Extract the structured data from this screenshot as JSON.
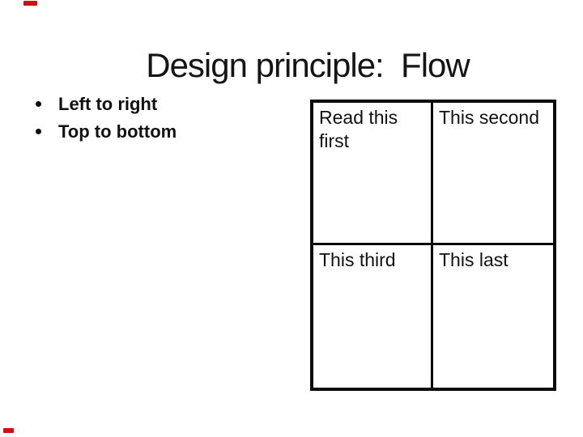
{
  "slide": {
    "title": "Design principle:  Flow",
    "bullet_char": "•",
    "bullets": [
      {
        "label": "Left to right"
      },
      {
        "label": "Top to bottom"
      }
    ],
    "reading_order_table": {
      "rows": 2,
      "cols": 2,
      "cells": [
        {
          "text": "Read this first"
        },
        {
          "text": "This second"
        },
        {
          "text": "This third"
        },
        {
          "text": "This last"
        }
      ]
    },
    "colors": {
      "background": "#ffffff",
      "text": "#111111",
      "table_border": "#0b0b0b",
      "edge_artifact_red": "#cc1111"
    }
  }
}
